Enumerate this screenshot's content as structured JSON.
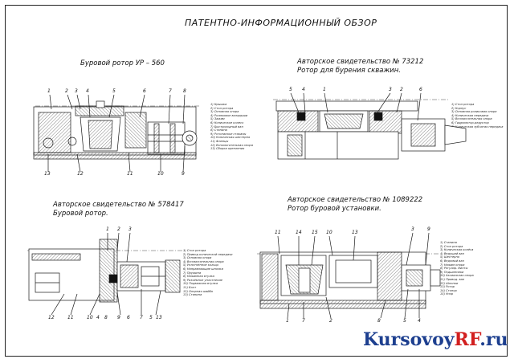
{
  "sheet_title": "ПАТЕНТНО-ИНФОРМАЦИОННЫЙ ОБЗОР",
  "views": [
    {
      "caption": [
        "Буровой ротор УР – 560"
      ],
      "legend": [
        "1) Крышка",
        "2) Стол ротора",
        "3) Основная опора",
        "4) Роликовые вкладыши",
        "5) Зажим",
        "6) Коническое колесо",
        "7) Быстроходный вал",
        "8) Станина",
        "9) Ротопасные стаканы",
        "10) Коническая шестерня",
        "11) Фланцы",
        "12) Вспомогательная опора",
        "13) Сборки крепления"
      ],
      "numbers_top": [
        "1",
        "2",
        "3",
        "4",
        "5",
        "6",
        "7",
        "8"
      ],
      "numbers_bottom": [
        "13",
        "12",
        "11",
        "10",
        "9"
      ]
    },
    {
      "caption": [
        "Авторское свидетельство № 73212",
        "Ротор для бурения скважин."
      ],
      "legend": [
        "1) Стол ротора",
        "2) Корпус",
        "3) Основная роликовая опора",
        "4) Коническая передача",
        "5) Вспомогательная опора",
        "6) Гидромотор-редуктор",
        "7) Коническая зубчатая передача"
      ],
      "numbers_top": [
        "5",
        "4",
        "1",
        "3",
        "2",
        "6"
      ],
      "numbers_bottom": []
    },
    {
      "caption": [
        "Авторское свидетельство № 578417",
        "Буровой ротор."
      ],
      "legend": [
        "1) Стол ротора",
        "2) Привод конической передачи",
        "3) Основная опора",
        "4) Вспомогательная опора",
        "5) Уплотнённое кольцо",
        "6) Направляющие шпонки",
        "7) Пружина",
        "8) Нажимная втулка",
        "9) Разъёмное уплотнение",
        "10) Подвижная втулка",
        "11) Болт",
        "12) Опорная шайба",
        "13) Станина"
      ],
      "numbers_top": [
        "1",
        "2",
        "3"
      ],
      "numbers_bottom": [
        "12",
        "11",
        "10",
        "4",
        "8",
        "9",
        "6",
        "7",
        "5",
        "13"
      ]
    },
    {
      "caption": [
        "Авторское свидетельство № 1089222",
        "Ротор буровой установки."
      ],
      "legend": [
        "1) Станина",
        "2) Стол ротора",
        "3) Коническая колёса",
        "4) Ведущий вал",
        "5) Шестерня",
        "6) Ведомый вал",
        "7) Нажим опора",
        "8) Регулир. Винты",
        "9) Подшипники",
        "10) Аксиальная опора",
        "11) Привод. вал",
        "12) Шпонки",
        "13) Ротор",
        "14) Стопор",
        "15) Упор"
      ],
      "numbers_top": [
        "11",
        "14",
        "15",
        "10",
        "13",
        "3",
        "9"
      ],
      "numbers_bottom": [
        "1",
        "7",
        "2",
        "8",
        "5",
        "4"
      ]
    }
  ],
  "watermark": {
    "part1": "Kursovoy",
    "part2": "RF",
    "part3": ".ru"
  }
}
